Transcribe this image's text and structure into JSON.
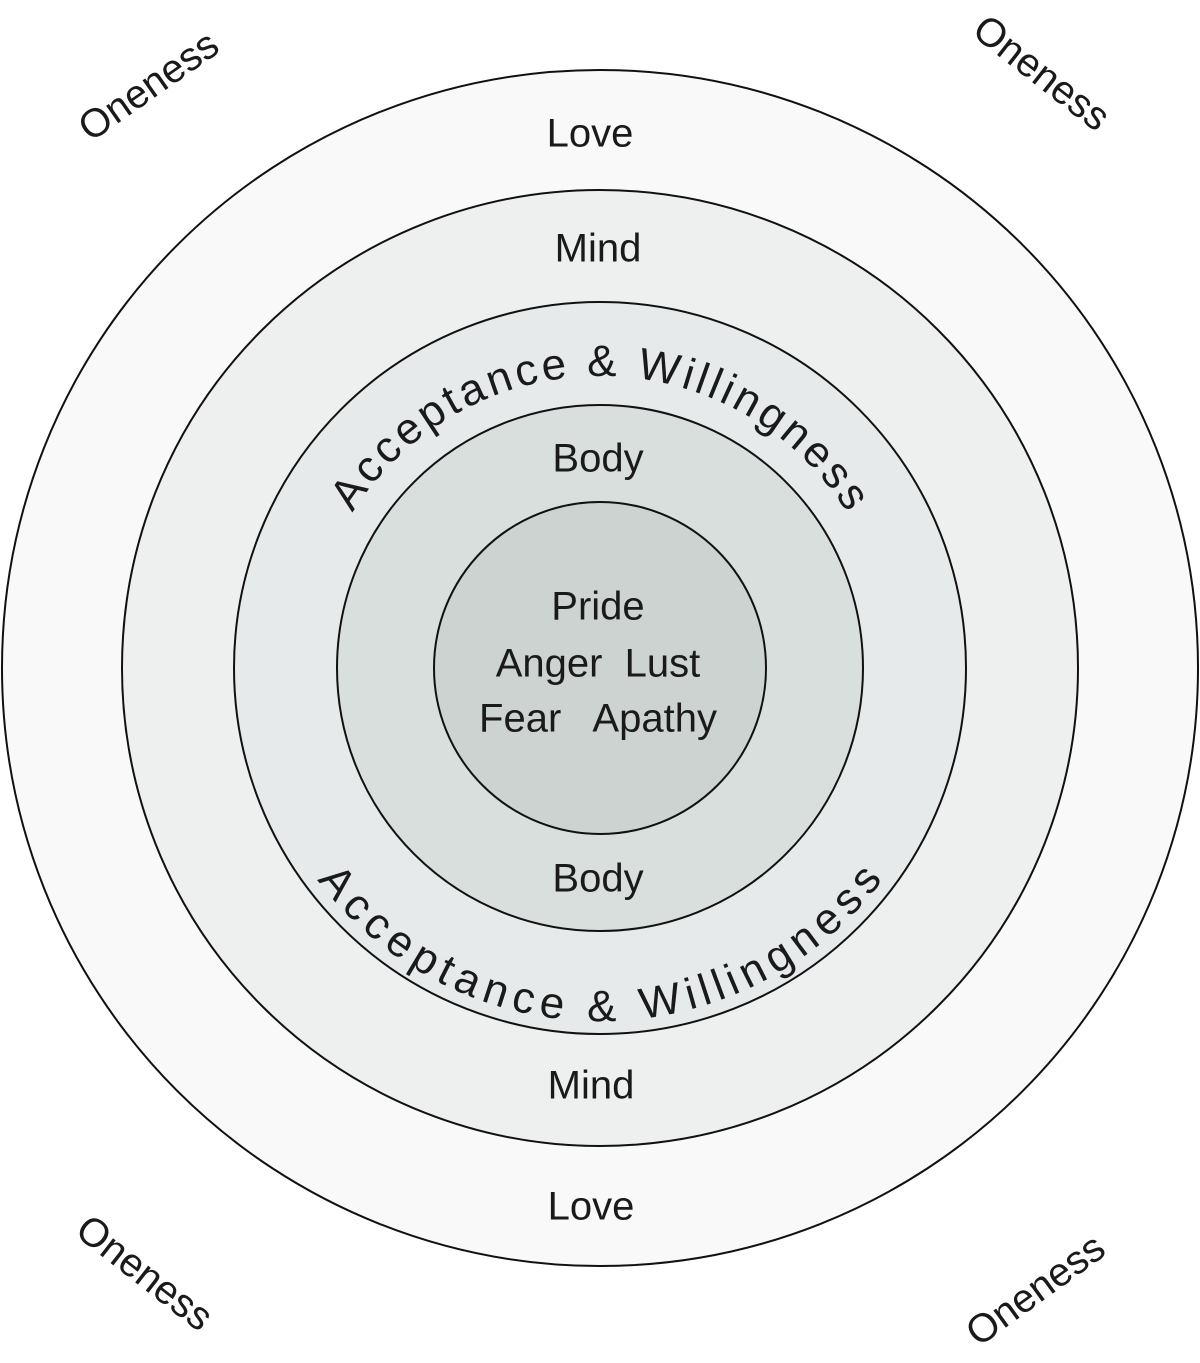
{
  "corners": {
    "top_left": "Oneness",
    "top_right": "Oneness",
    "bottom_left": "Oneness",
    "bottom_right": "Oneness"
  },
  "rings": {
    "love_top": "Love",
    "love_bottom": "Love",
    "mind_top": "Mind",
    "mind_bottom": "Mind",
    "acceptance_top": "Acceptance & Willingness",
    "acceptance_bottom": "Acceptance & Willingness",
    "body_top": "Body",
    "body_bottom": "Body"
  },
  "core": {
    "line1": "Pride",
    "line2": "Anger  Lust",
    "line3": "Fear   Apathy"
  },
  "colors": {
    "ring_love": "#f9f9f9",
    "ring_mind": "#eeefef",
    "ring_acceptance": "#e6eaea",
    "ring_body": "#d8dfdc",
    "core": "#cdd3d1",
    "stroke": "#111111"
  }
}
